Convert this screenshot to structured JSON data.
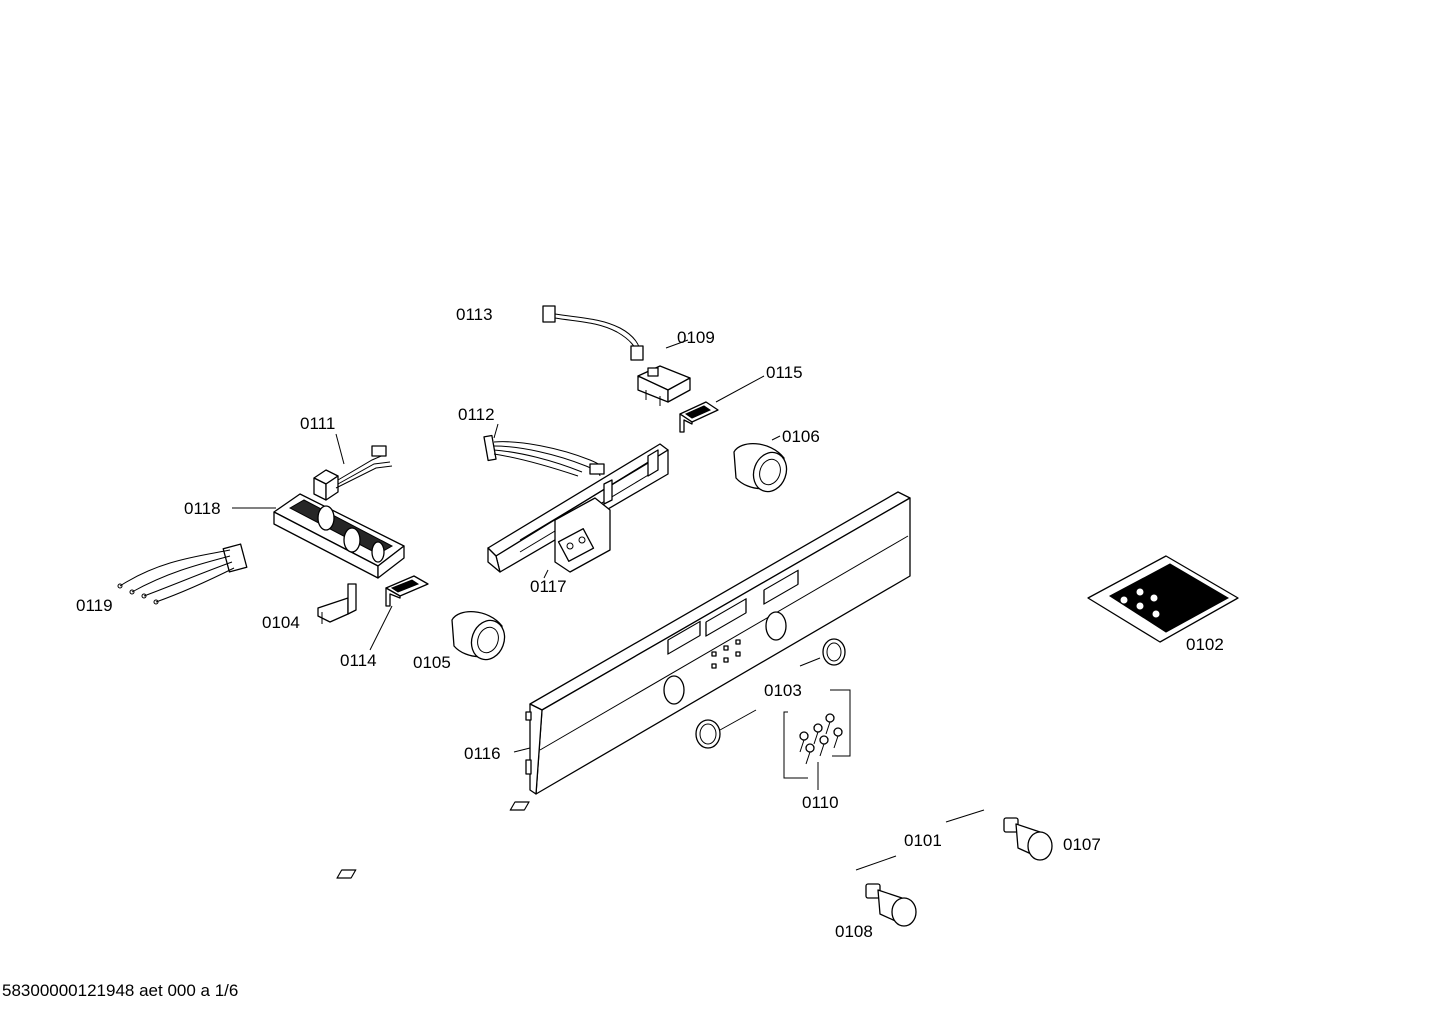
{
  "diagram": {
    "parts": [
      {
        "id": "p0113",
        "label": "0113"
      },
      {
        "id": "p0109",
        "label": "0109"
      },
      {
        "id": "p0115",
        "label": "0115"
      },
      {
        "id": "p0112",
        "label": "0112"
      },
      {
        "id": "p0111",
        "label": "0111"
      },
      {
        "id": "p0106",
        "label": "0106"
      },
      {
        "id": "p0118",
        "label": "0118"
      },
      {
        "id": "p0117",
        "label": "0117"
      },
      {
        "id": "p0119",
        "label": "0119"
      },
      {
        "id": "p0104",
        "label": "0104"
      },
      {
        "id": "p0114",
        "label": "0114"
      },
      {
        "id": "p0105",
        "label": "0105"
      },
      {
        "id": "p0102",
        "label": "0102"
      },
      {
        "id": "p0103",
        "label": "0103"
      },
      {
        "id": "p0116",
        "label": "0116"
      },
      {
        "id": "p0110",
        "label": "0110"
      },
      {
        "id": "p0101",
        "label": "0101"
      },
      {
        "id": "p0107",
        "label": "0107"
      },
      {
        "id": "p0108",
        "label": "0108"
      }
    ]
  },
  "footer": {
    "text": "58300000121948 aet 000 a 1/6"
  }
}
